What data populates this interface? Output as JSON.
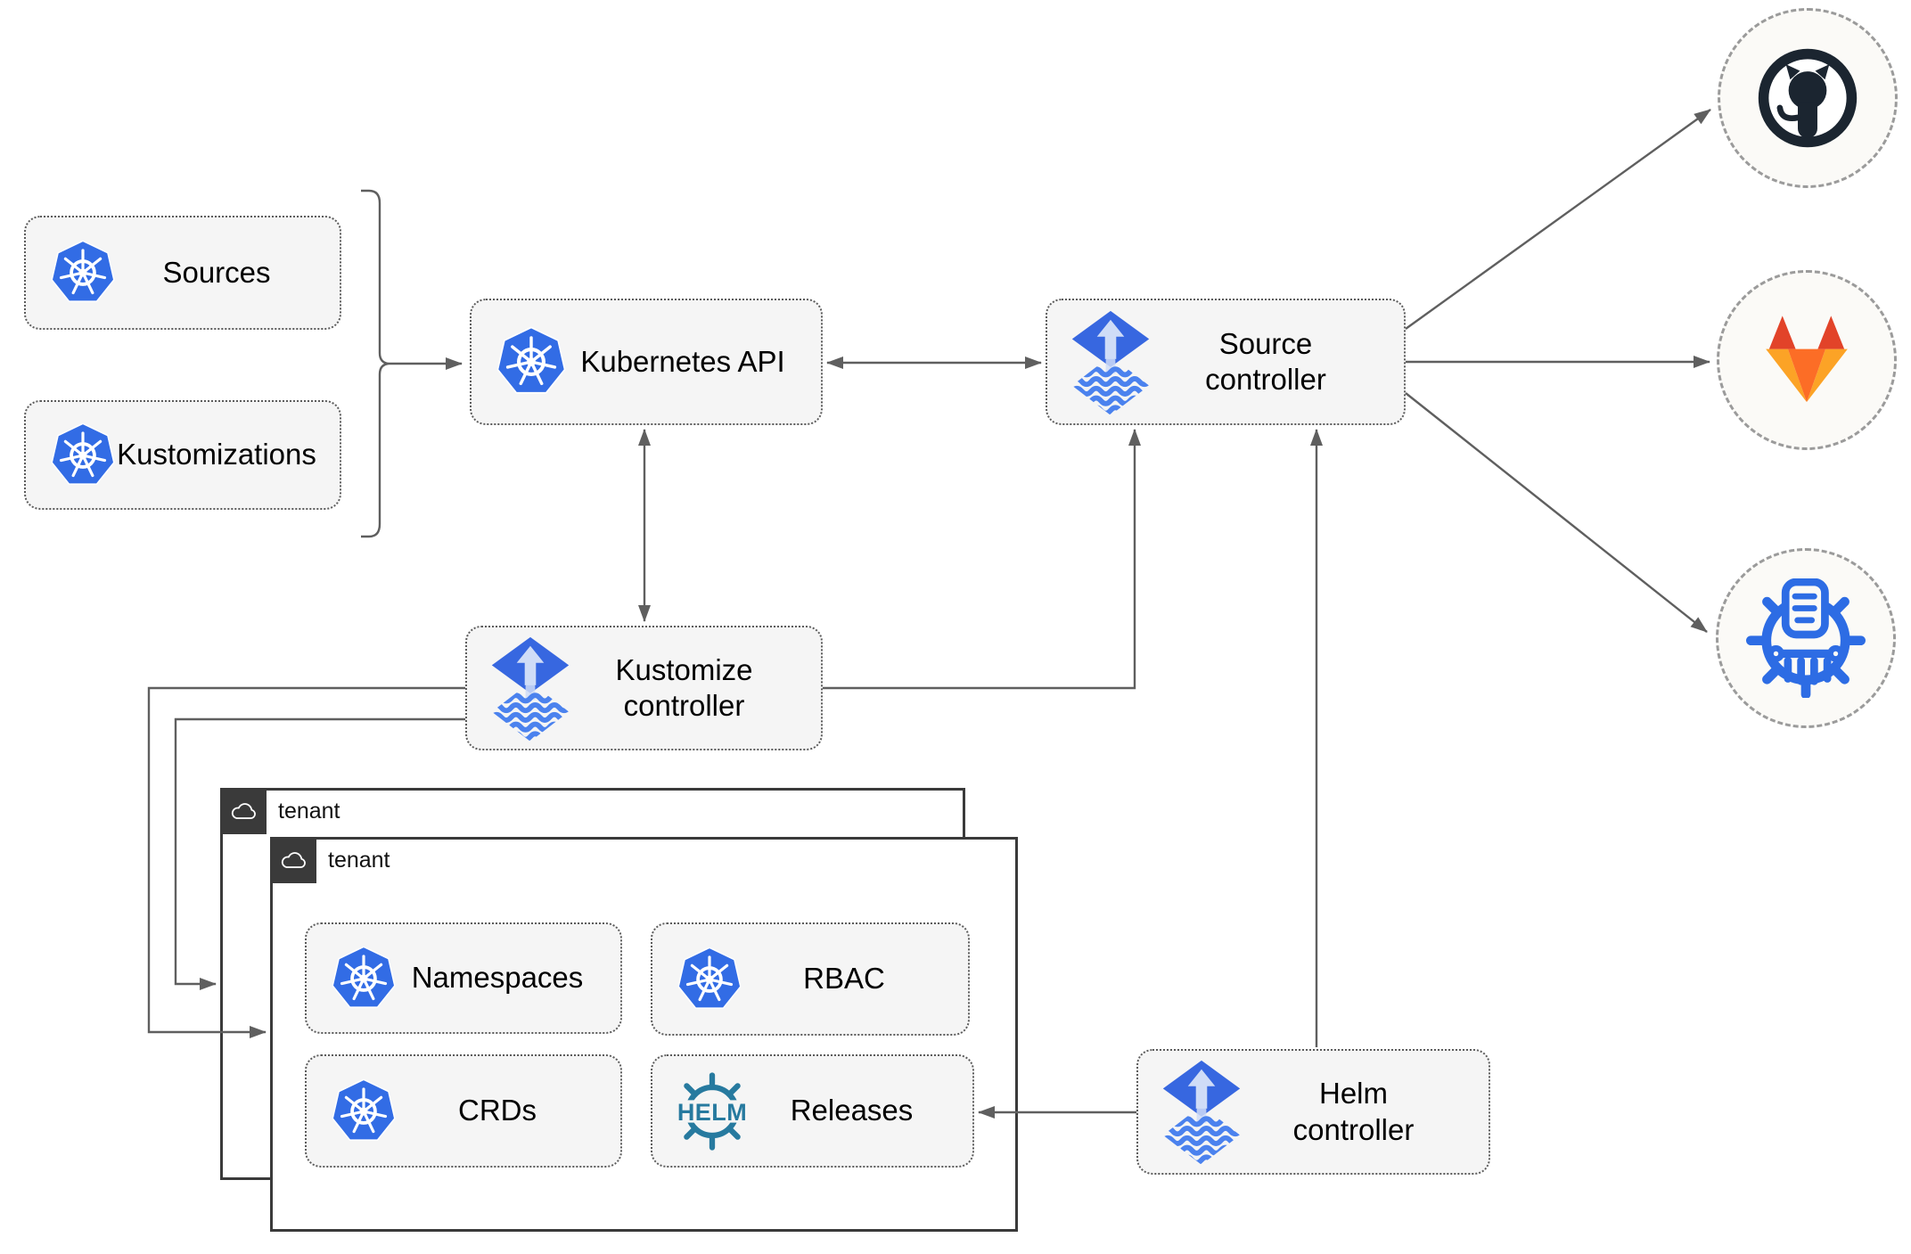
{
  "nodes": {
    "sources": {
      "label": "Sources"
    },
    "kustomizations": {
      "label": "Kustomizations"
    },
    "kubernetes_api": {
      "label": "Kubernetes API"
    },
    "source_controller": {
      "label": "Source controller"
    },
    "kustomize_controller": {
      "label": "Kustomize controller"
    },
    "helm_controller": {
      "label": "Helm controller"
    },
    "namespaces": {
      "label": "Namespaces"
    },
    "rbac": {
      "label": "RBAC"
    },
    "crds": {
      "label": "CRDs"
    },
    "releases": {
      "label": "Releases"
    }
  },
  "groups": {
    "tenant_outer": {
      "label": "tenant"
    },
    "tenant_inner": {
      "label": "tenant"
    }
  },
  "endpoints": {
    "github": {
      "icon": "github-icon"
    },
    "gitlab": {
      "icon": "gitlab-icon"
    },
    "helm_repository": {
      "icon": "helm-repository-icon"
    }
  },
  "icons": {
    "kubernetes": "kubernetes-wheel-icon",
    "flux": "flux-diamond-icon",
    "cloud": "cloud-icon",
    "helm_wordmark": "HELM"
  },
  "colors": {
    "kubernetes_blue": "#326ce5",
    "flux_blue": "#3767e0",
    "flux_light": "#cfdcf7",
    "helm_teal": "#277a9f",
    "github_dark": "#1b2530",
    "gitlab_dark_orange": "#e24329",
    "gitlab_orange": "#fc6d26",
    "gitlab_light_orange": "#fca326",
    "helm_repo_blue": "#2d6ce4",
    "connector_gray": "#5f5f5f",
    "node_fill": "#f5f5f5",
    "node_border": "#5c5c5c",
    "tenant_dark": "#3a3a3a"
  }
}
